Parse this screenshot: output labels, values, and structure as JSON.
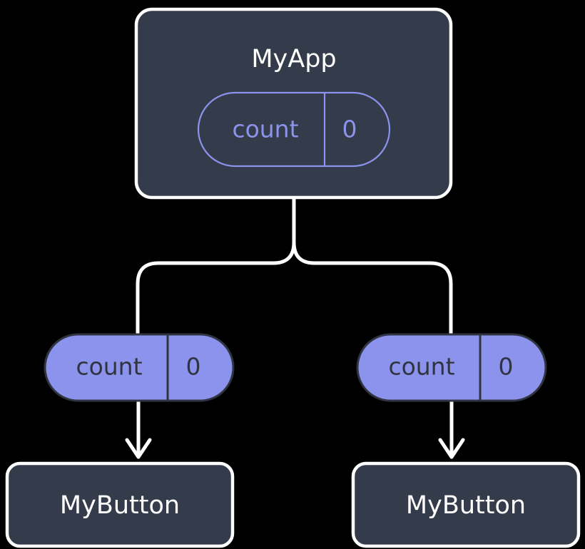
{
  "diagram": {
    "background_color": "#000000",
    "colors": {
      "node_fill": "#343b4a",
      "node_border": "#ffffff",
      "node_text": "#ffffff",
      "accent_purple": "#8b93ec",
      "pill_border_dark": "#2f3440",
      "pill_text_dark": "#2f3440",
      "connector": "#ffffff"
    },
    "nodes": [
      {
        "id": "myapp",
        "label": "MyApp",
        "style": "dark-box",
        "state_pill": {
          "key": "count",
          "value": "0",
          "style": "outline"
        }
      },
      {
        "id": "pill-left",
        "key": "count",
        "value": "0",
        "style": "filled"
      },
      {
        "id": "pill-right",
        "key": "count",
        "value": "0",
        "style": "filled"
      },
      {
        "id": "mybutton-left",
        "label": "MyButton",
        "style": "dark-box"
      },
      {
        "id": "mybutton-right",
        "label": "MyButton",
        "style": "dark-box"
      }
    ],
    "connectors": [
      {
        "id": "branch",
        "from": "myapp",
        "to": [
          "pill-left",
          "pill-right"
        ],
        "type": "tree-split",
        "arrow": false
      },
      {
        "id": "arrow-left",
        "from": "pill-left",
        "to": "mybutton-left",
        "type": "straight",
        "arrow": true
      },
      {
        "id": "arrow-right",
        "from": "pill-right",
        "to": "mybutton-right",
        "type": "straight",
        "arrow": true
      }
    ]
  }
}
